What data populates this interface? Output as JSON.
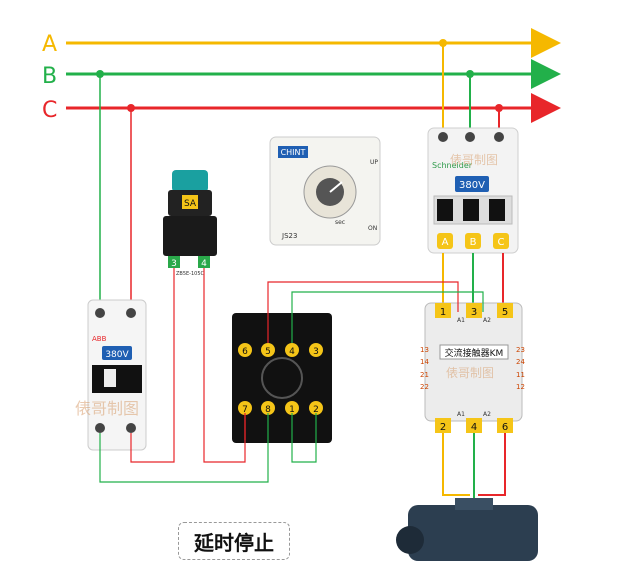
{
  "phases": [
    {
      "label": "A",
      "color": "#f5b800"
    },
    {
      "label": "B",
      "color": "#22b04a"
    },
    {
      "label": "C",
      "color": "#e8262a"
    }
  ],
  "breaker_3p": {
    "brand": "Schneider",
    "voltage": "380V",
    "terminals": [
      "A",
      "B",
      "C"
    ]
  },
  "breaker_2p": {
    "brand": "ABB",
    "voltage": "380V"
  },
  "selector_switch": {
    "label": "SA",
    "terminals": [
      "3",
      "4"
    ],
    "model": "ZB5E-105C"
  },
  "timer": {
    "brand": "CHINT",
    "model": "JS23",
    "unit": "sec",
    "marks": [
      "UP",
      "ON"
    ]
  },
  "relay_socket": {
    "top_pins": [
      "6",
      "5",
      "4",
      "3"
    ],
    "bottom_pins": [
      "7",
      "8",
      "1",
      "2"
    ]
  },
  "contactor": {
    "name": "交流接触器KM",
    "top_terminals": [
      "1",
      "3",
      "5"
    ],
    "bottom_terminals": [
      "2",
      "4",
      "6"
    ],
    "coil_top": [
      "A1",
      "A2"
    ],
    "coil_bottom": [
      "A1",
      "A2"
    ],
    "left_aux": [
      "13",
      "14",
      "21",
      "22"
    ],
    "right_aux": [
      "23",
      "24",
      "11",
      "12"
    ]
  },
  "watermark": "俵哥制图",
  "caption": "延时停止"
}
